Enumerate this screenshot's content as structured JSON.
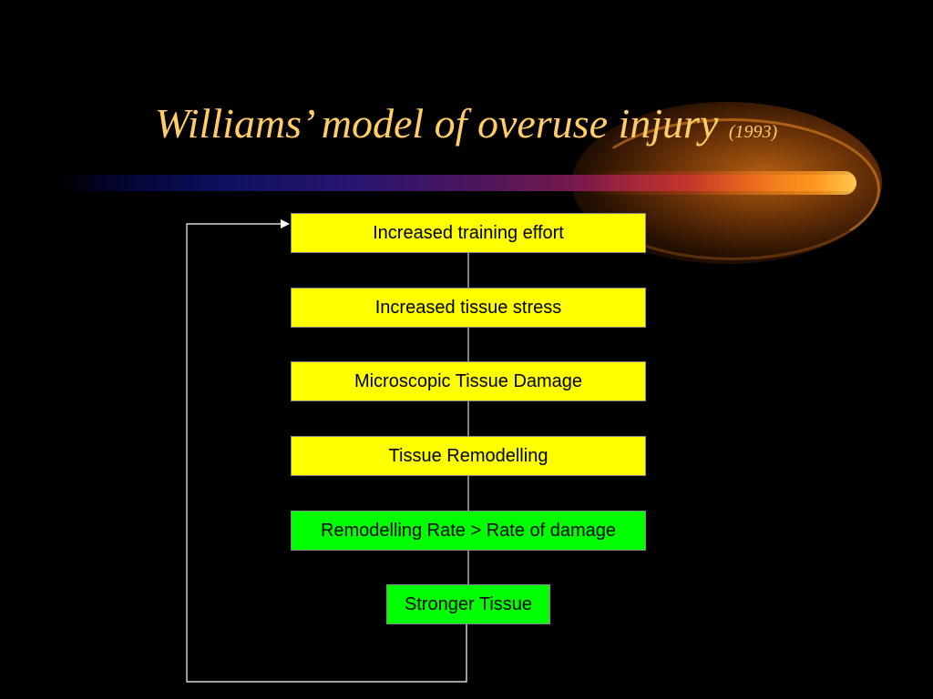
{
  "slide": {
    "title": "Williams’ model of overuse injury",
    "title_year": "(1993)"
  },
  "diagram": {
    "steps": [
      "Increased training effort",
      "Increased tissue stress",
      "Microscopic Tissue Damage",
      "Tissue Remodelling",
      "Remodelling Rate > Rate of damage",
      "Stronger Tissue"
    ],
    "colors": {
      "step_box": "#ffff00",
      "outcome_box": "#00ff00",
      "title": "#ffcc66",
      "connector": "#ffffff"
    }
  }
}
